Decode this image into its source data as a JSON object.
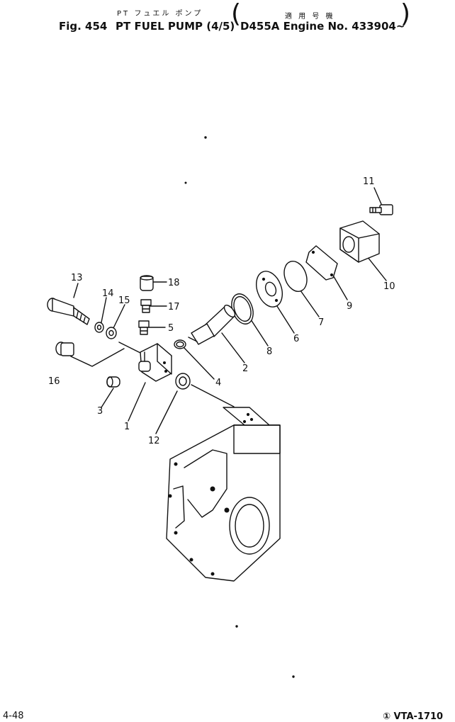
{
  "header": {
    "jp_left": "PT フュエル ポンプ",
    "jp_right": "適 用 号 機",
    "fig_label": "Fig. 454",
    "title": "PT FUEL PUMP (4/5)",
    "engine": "D455A Engine No. 433904~"
  },
  "callouts": [
    "1",
    "2",
    "3",
    "4",
    "5",
    "6",
    "7",
    "8",
    "9",
    "10",
    "11",
    "12",
    "13",
    "14",
    "15",
    "16",
    "17",
    "18"
  ],
  "footer": {
    "page": "4-48",
    "code": "① VTA-1710"
  }
}
